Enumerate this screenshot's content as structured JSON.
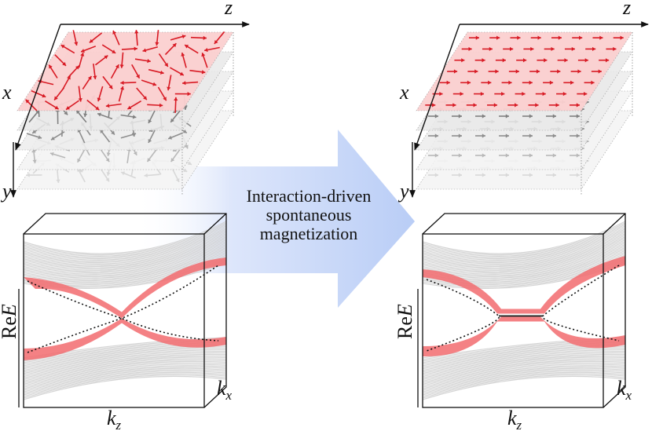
{
  "arrow_label": [
    "Interaction-driven",
    "spontaneous",
    "magnetization"
  ],
  "axes": {
    "x": "x",
    "y": "y",
    "z": "z",
    "energy_prefix": "Re",
    "energy_var": "E",
    "kz_base": "k",
    "kz_sub": "z",
    "kx_base": "k",
    "kx_sub": "x"
  },
  "colors": {
    "red_arrow": "#d81a24",
    "red_band": "#f26b6e",
    "red_plane": "#fbd0d0",
    "gray_band": "#cfcfcf",
    "big_arrow": "#c9d8f7"
  },
  "panels": [
    {
      "name": "disordered",
      "arrow_state": "random",
      "bands": "crossing"
    },
    {
      "name": "magnetized",
      "arrow_state": "aligned",
      "bands": "gapped"
    }
  ]
}
